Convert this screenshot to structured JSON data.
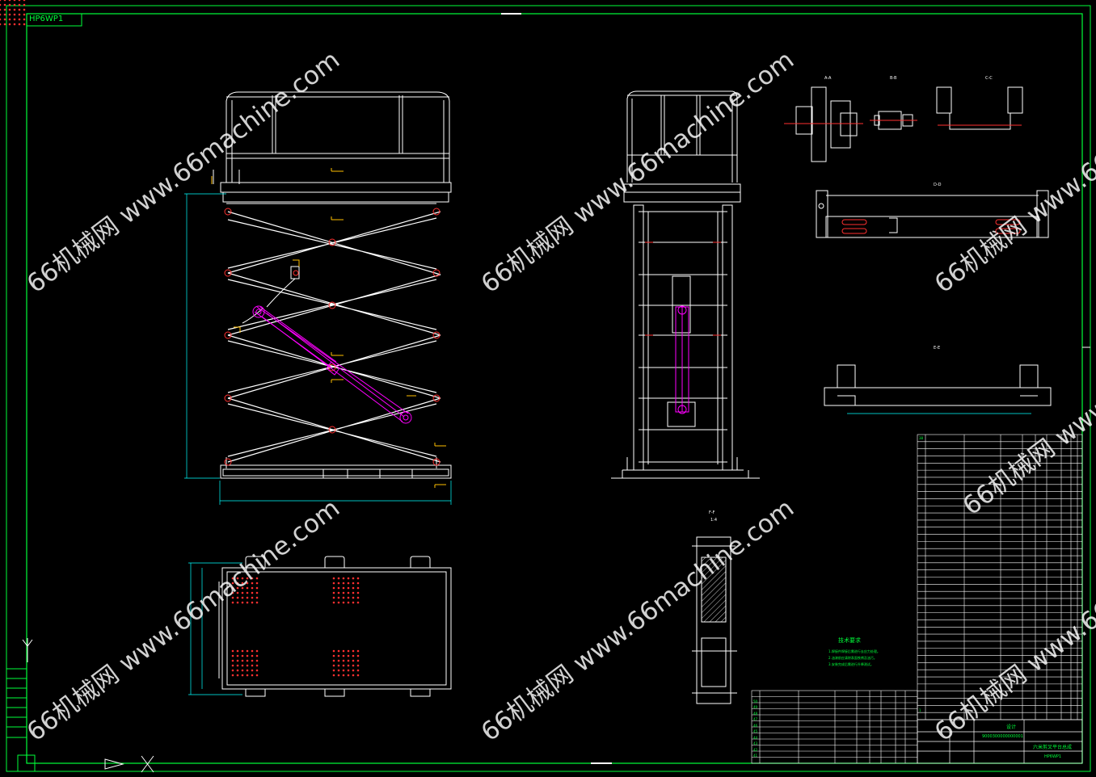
{
  "drawing": {
    "corner_stamp": "HP6WP1",
    "title_block": {
      "drawing_name": "六米剪叉平台总成",
      "drawing_code": "HP6WP1",
      "designer_label": "设计",
      "sheet_code": "9000300000000001"
    },
    "section_labels": {
      "a": "A-A",
      "b": "B-B",
      "c": "C-C",
      "d": "D-D",
      "e": "E-E",
      "f": "F-F",
      "scale": "1:4"
    },
    "technical_requirements": {
      "heading": "技术要求",
      "items": [
        "1.焊接件焊接后需进行去应力处理。",
        "2.油漆前应清除表面铁锈及油污。",
        "3.安装完成后需进行升降测试。"
      ]
    },
    "parts_list_left": [
      "41",
      "42",
      "43",
      "44",
      "45",
      "46",
      "47",
      "48",
      "49",
      "50"
    ],
    "parts_list_right_first": "38",
    "parts_list_right_last": "1"
  },
  "watermarks": [
    {
      "text": "66机械网 www.66machine.com"
    },
    {
      "text": "66机械网 www.66machine.com"
    },
    {
      "text": "66机械网 www.66machine.com"
    },
    {
      "text": "66机械网 www.66machine.com"
    },
    {
      "text": "66机械网 www.66machine.com"
    },
    {
      "text": "66机械网 www.66machine.com"
    },
    {
      "text": "66机械网 www.66machine.com"
    }
  ],
  "colors": {
    "frame": "#00ff3a",
    "lines": "#ffffff",
    "hydraulic": "#ff00ff",
    "dimension": "#00ffff",
    "marker": "#ffbf00",
    "center": "#ff3030"
  }
}
